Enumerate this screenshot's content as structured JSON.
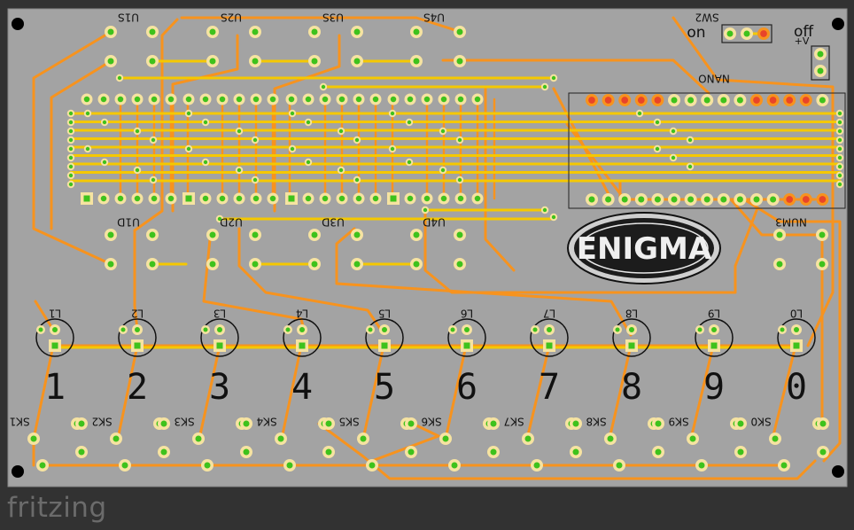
{
  "app": {
    "brand": "fritzing"
  },
  "board": {
    "colors": {
      "board": "#a3a3a3",
      "trace_bottom": "#f7931e",
      "trace_top": "#f5c800",
      "pad_ring": "#f6e3a1",
      "pad_center": "#3ec21c",
      "pad_red": "#e8442a",
      "silk": "#111111"
    },
    "logo_text": "ENIGMA",
    "power": {
      "on": "on",
      "off": "off",
      "vplus": "+V",
      "switch": "SW2"
    },
    "nano_label": "NANO",
    "ic_labels": [
      "U1S",
      "U2S",
      "U3S",
      "U4S",
      "U1D",
      "U2D",
      "U3D",
      "U4D"
    ],
    "extra_label": "NUM3",
    "led_labels": [
      "L1",
      "L2",
      "L3",
      "L4",
      "L5",
      "L6",
      "L7",
      "L8",
      "L9",
      "L0"
    ],
    "key_digits": [
      "1",
      "2",
      "3",
      "4",
      "5",
      "6",
      "7",
      "8",
      "9",
      "0"
    ],
    "key_labels": [
      "SK1",
      "SK2",
      "SK3",
      "SK4",
      "SK5",
      "SK6",
      "SK7",
      "SK8",
      "SK9",
      "SK0"
    ]
  }
}
